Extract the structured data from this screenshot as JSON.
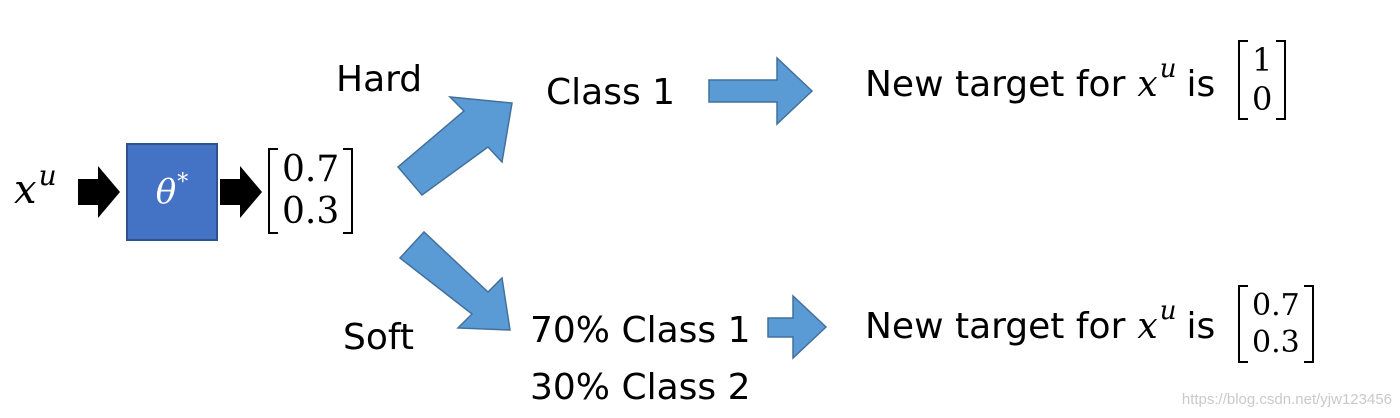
{
  "input": {
    "var": "x",
    "sup": "u"
  },
  "model": {
    "label": "θ",
    "star": "*"
  },
  "prediction": {
    "values": [
      "0.7",
      "0.3"
    ]
  },
  "branches": {
    "hard": {
      "label": "Hard",
      "result": "Class 1",
      "target_prefix": "New target for",
      "target_var": "x",
      "target_sup": "u",
      "target_is": "is",
      "target_values": [
        "1",
        "0"
      ]
    },
    "soft": {
      "label": "Soft",
      "result_lines": [
        "70% Class 1",
        "30% Class 2"
      ],
      "target_prefix": "New target for",
      "target_var": "x",
      "target_sup": "u",
      "target_is": "is",
      "target_values": [
        "0.7",
        "0.3"
      ]
    }
  },
  "watermark": "https://blog.csdn.net/yjw123456",
  "colors": {
    "model_fill": "#4472c4",
    "arrow_fill": "#5b9bd5",
    "black_arrow": "#000000"
  }
}
